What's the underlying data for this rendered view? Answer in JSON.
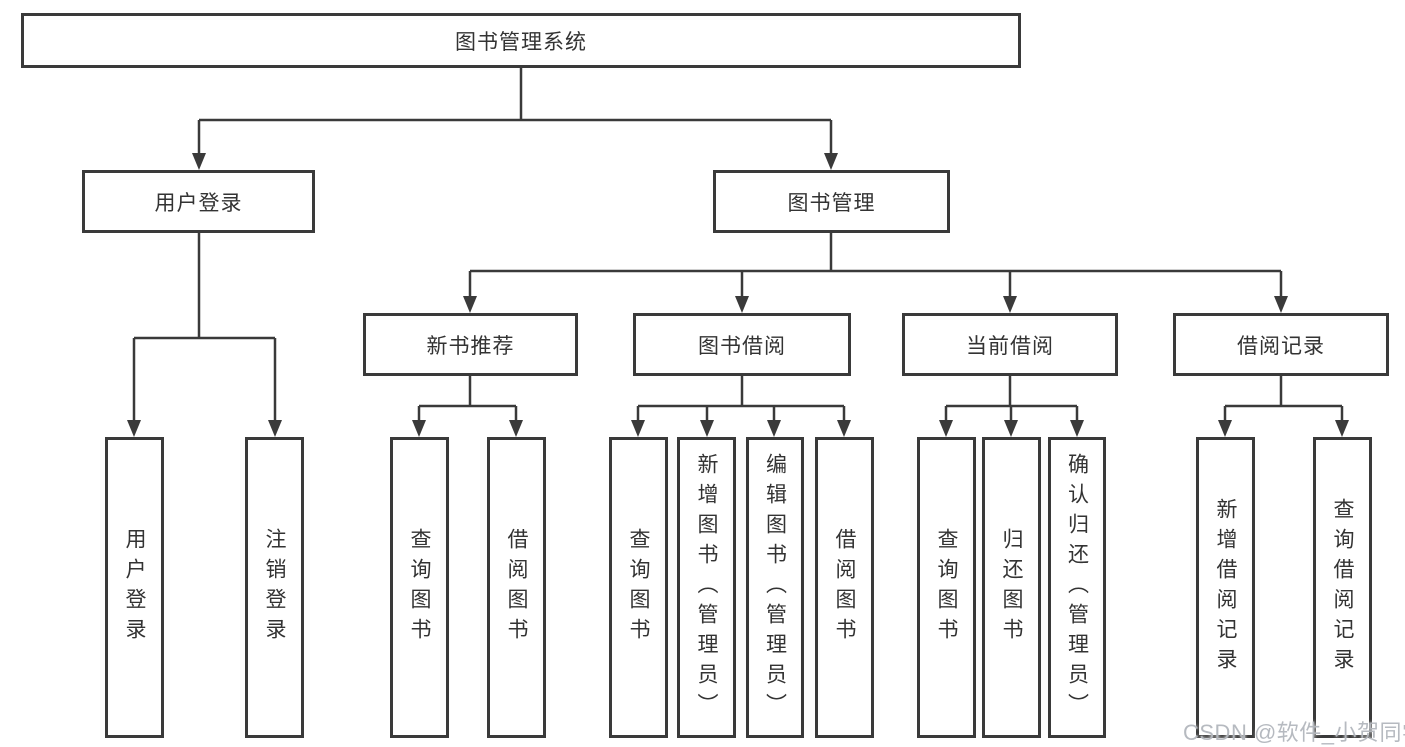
{
  "tree": {
    "root": {
      "label": "图书管理系统"
    },
    "level2": [
      {
        "label": "用户登录",
        "leaves": [
          "用户登录",
          "注销登录"
        ]
      },
      {
        "label": "图书管理"
      }
    ],
    "level3": [
      {
        "label": "新书推荐",
        "leaves": [
          "查询图书",
          "借阅图书"
        ]
      },
      {
        "label": "图书借阅",
        "leaves": [
          "查询图书",
          "新增图书（管理员）",
          "编辑图书（管理员）",
          "借阅图书"
        ]
      },
      {
        "label": "当前借阅",
        "leaves": [
          "查询图书",
          "归还图书",
          "确认归还（管理员）"
        ]
      },
      {
        "label": "借阅记录",
        "leaves": [
          "新增借阅记录",
          "查询借阅记录"
        ]
      }
    ]
  },
  "watermark": {
    "text": "CSDN @软件_小贺同学"
  },
  "colors": {
    "line": "#3a3a3a",
    "text": "#333333",
    "background": "#ffffff",
    "watermark": "#b2b6bd"
  }
}
